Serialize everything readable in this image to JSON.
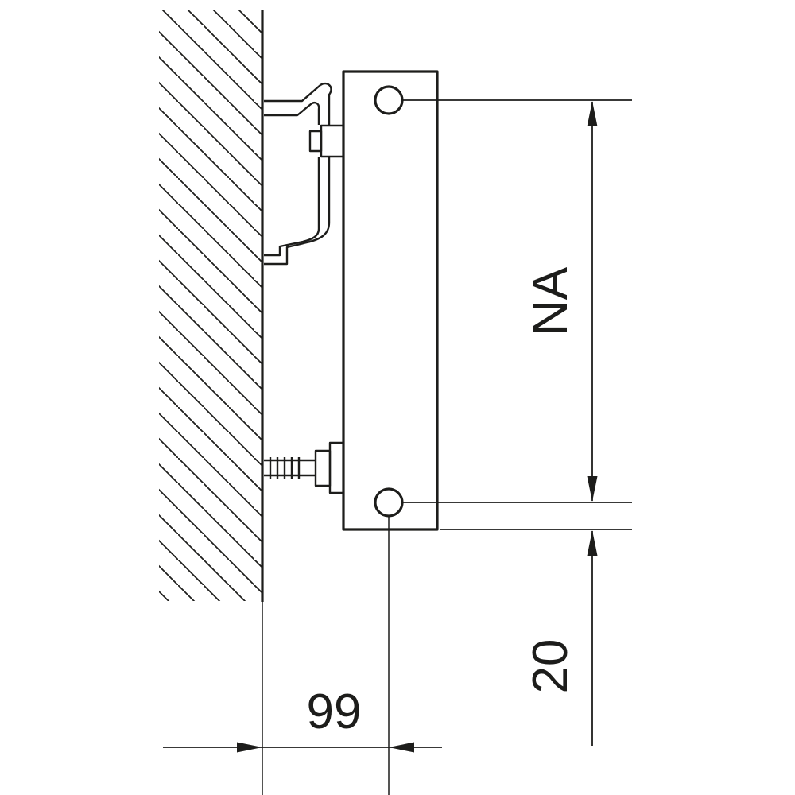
{
  "labels": {
    "hub_distance": "NA",
    "bottom_hub_offset": "20",
    "wall_distance": "99"
  },
  "colors": {
    "ink": "#1d1d1b",
    "paper": "#ffffff"
  }
}
